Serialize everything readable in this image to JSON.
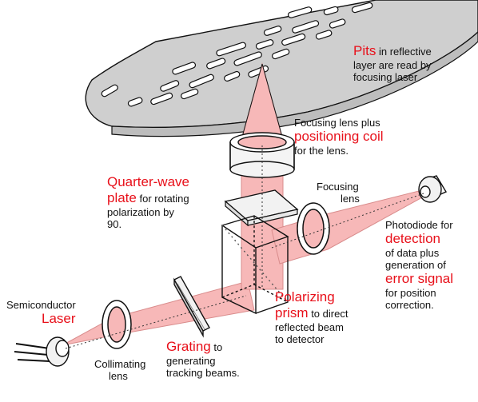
{
  "colors": {
    "beam": "#f7b8b8",
    "beam_edge": "#d98c8c",
    "disc": "#cfcfcf",
    "highlight": "#e8101a",
    "outline": "#111111"
  },
  "labels": {
    "pits": {
      "key": "Pits",
      "rest": "in reflective",
      "l2": "layer are read by",
      "l3": "focusing laser"
    },
    "focus_lens": {
      "l1": "Focusing lens plus",
      "key": "positioning coil",
      "l3": "for the lens."
    },
    "quarter": {
      "key1": "Quarter-wave",
      "key2": "plate",
      "rest": "for rotating",
      "l3": "polarization by",
      "l4": "90."
    },
    "focusing_lens": {
      "l1": "Focusing",
      "l2": "lens"
    },
    "photodiode": {
      "l1": "Photodiode for",
      "key1": "detection",
      "l3": "of data plus",
      "l4": "generation of",
      "key2": "error signal",
      "l6": "for position",
      "l7": "correction."
    },
    "laser": {
      "l1": "Semiconductor",
      "key": "Laser"
    },
    "collimating": {
      "l1": "Collimating",
      "l2": "lens"
    },
    "grating": {
      "key": "Grating",
      "rest": "to",
      "l2": "generating",
      "l3": "tracking beams."
    },
    "prism": {
      "key1": "Polarizing",
      "key2": "prism",
      "rest": "to direct",
      "l3": "reflected beam",
      "l4": "to detector"
    }
  }
}
